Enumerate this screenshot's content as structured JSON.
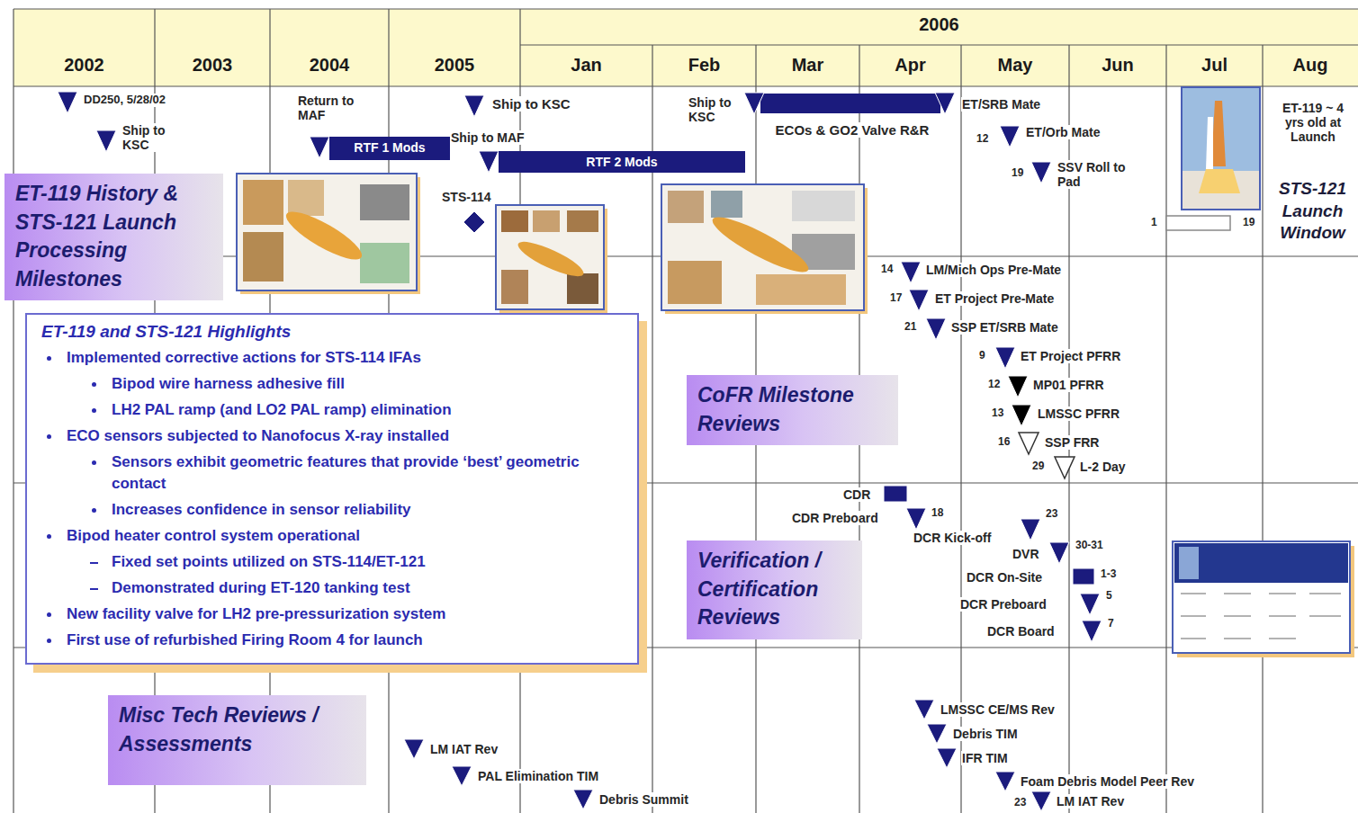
{
  "diagram": {
    "nodes": [
      {
        "text": [
          "ET-119 History & STS-121 Launch Processing Milestones"
        ]
      },
      {
        "text": [
          "RTF 1 Mods"
        ]
      },
      {
        "text": [
          "RTF 2 Mods"
        ]
      },
      {
        "text": [
          "ET-119 and STS-121 Highlights",
          "Implemented corrective actions for STS-114 IFAs",
          "Bipod wire harness adhesive fill",
          "LH2 PAL ramp (and LO2 PAL ramp) elimination",
          "ECO sensors subjected to Nanofocus X-ray installed",
          "Sensors exhibit geometric features that provide ‘best’ geometric contact",
          "Increases confidence in sensor reliability",
          "Bipod heater control system operational",
          "Fixed set points utilized on STS-114/ET-121",
          "Demonstrated during ET-120 tanking test",
          "New facility valve for LH2 pre-pressurization system",
          "First use of refurbished Firing Room 4 for launch"
        ]
      },
      {
        "text": [
          "CoFR Milestone Reviews"
        ]
      },
      {
        "text": [
          "Verification / Certification Reviews"
        ]
      },
      {
        "text": [
          "Misc Tech Reviews / Assessments"
        ]
      }
    ],
    "labels": [
      "2006",
      "2002",
      "2003",
      "2004",
      "2005",
      "Jan",
      "Feb",
      "Mar",
      "Apr",
      "May",
      "Jun",
      "Jul",
      "Aug",
      "DD250, 5/28/02",
      "Ship to KSC",
      "Return to MAF",
      "Ship to KSC",
      "Ship to MAF",
      "STS-114",
      "Ship to KSC",
      "ECOs & GO2 Valve R&R",
      "ET/SRB Mate",
      "12",
      "ET/Orb Mate",
      "19",
      "SSV Roll to Pad",
      "1",
      "19",
      "ET-119 ~ 4 yrs old at Launch",
      "STS-121 Launch Window",
      "14",
      "LM/Mich Ops Pre-Mate",
      "17",
      "ET Project Pre-Mate",
      "21",
      "SSP ET/SRB Mate",
      "9",
      "ET Project PFRR",
      "12",
      "MP01 PFRR",
      "13",
      "LMSSC PFRR",
      "16",
      "SSP FRR",
      "29",
      "L-2 Day",
      "CDR",
      "CDR Preboard",
      "18",
      "DCR Kick-off",
      "23",
      "DVR",
      "30-31",
      "DCR On-Site",
      "1-3",
      "DCR Preboard",
      "5",
      "DCR Board",
      "7",
      "LMSSC CE/MS Rev",
      "Debris TIM",
      "IFR TIM",
      "Foam Debris Model Peer Rev",
      "23",
      "LM IAT Rev",
      "LM IAT Rev",
      "PAL Elimination TIM",
      "Debris Summit"
    ]
  }
}
